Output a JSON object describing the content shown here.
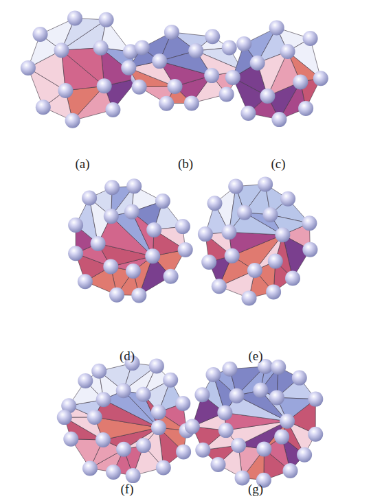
{
  "diagram": {
    "labels": [
      "(a)",
      "(b)",
      "(c)",
      "(d)",
      "(e)",
      "(f)",
      "(g)"
    ]
  }
}
